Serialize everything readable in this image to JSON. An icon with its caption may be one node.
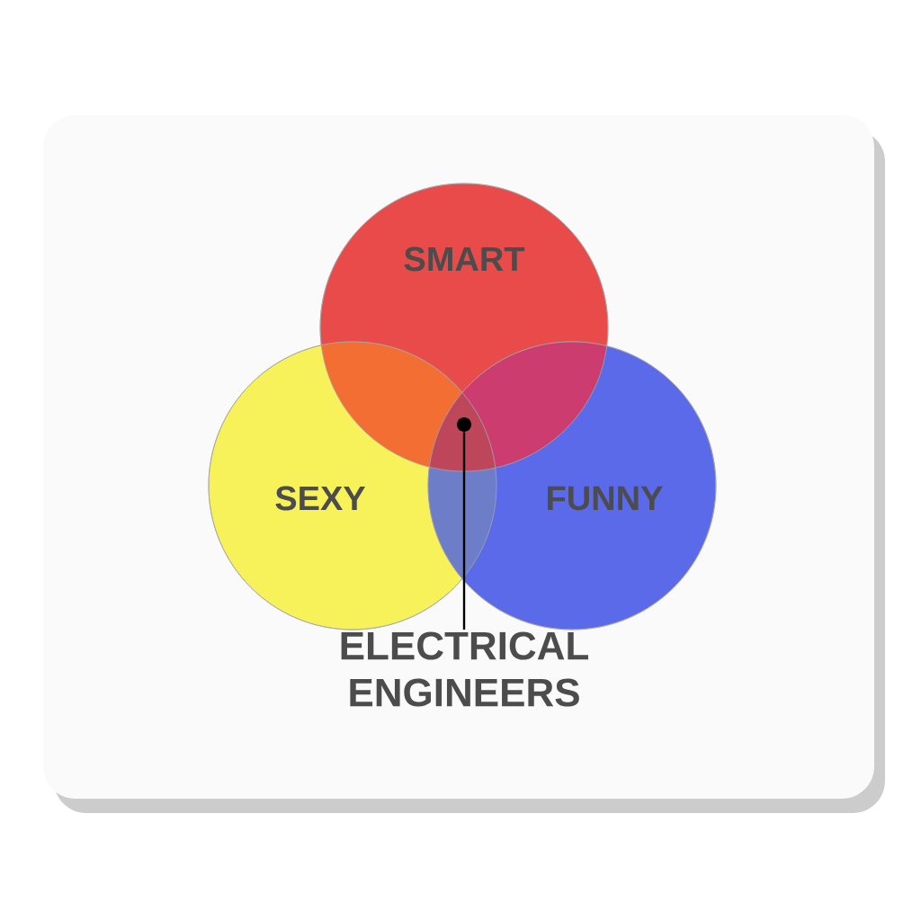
{
  "diagram": {
    "nodes": [
      {
        "text": [
          "SMART"
        ]
      },
      {
        "text": [
          "SEXY"
        ]
      },
      {
        "text": [
          "FUNNY"
        ]
      },
      {
        "text": [
          "ELECTRICAL ENGINEERS"
        ]
      },
      {
        "text": [],
        "shape": "circle"
      }
    ],
    "edges": [
      {
        "from": 3,
        "to": 4,
        "arrow": "none"
      }
    ]
  }
}
